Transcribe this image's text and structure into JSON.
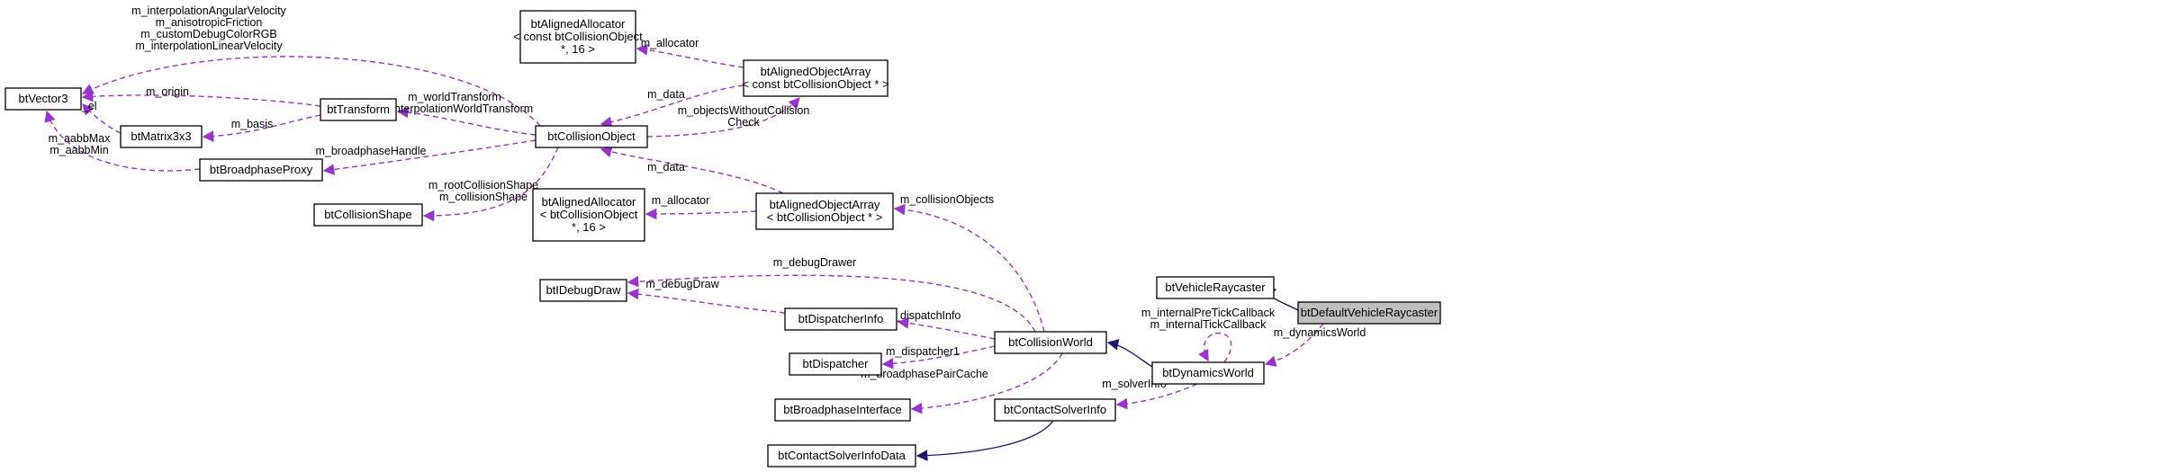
{
  "diagram": {
    "nodes": [
      {
        "id": "btVector3",
        "lines": [
          "btVector3"
        ]
      },
      {
        "id": "btMatrix3x3",
        "lines": [
          "btMatrix3x3"
        ]
      },
      {
        "id": "btTransform",
        "lines": [
          "btTransform"
        ]
      },
      {
        "id": "btBroadphaseProxy",
        "lines": [
          "btBroadphaseProxy"
        ]
      },
      {
        "id": "btCollisionShape",
        "lines": [
          "btCollisionShape"
        ]
      },
      {
        "id": "btAlignedAllocator_const",
        "lines": [
          "btAlignedAllocator",
          "< const btCollisionObject",
          " *, 16 >"
        ]
      },
      {
        "id": "btAlignedObjectArray_const",
        "lines": [
          "btAlignedObjectArray",
          "< const btCollisionObject * >"
        ]
      },
      {
        "id": "btCollisionObject",
        "lines": [
          "btCollisionObject"
        ]
      },
      {
        "id": "btAlignedAllocator",
        "lines": [
          "btAlignedAllocator",
          "< btCollisionObject",
          " *, 16 >"
        ]
      },
      {
        "id": "btAlignedObjectArray",
        "lines": [
          "btAlignedObjectArray",
          "< btCollisionObject * >"
        ]
      },
      {
        "id": "btIDebugDraw",
        "lines": [
          "btIDebugDraw"
        ]
      },
      {
        "id": "btDispatcherInfo",
        "lines": [
          "btDispatcherInfo"
        ]
      },
      {
        "id": "btDispatcher",
        "lines": [
          "btDispatcher"
        ]
      },
      {
        "id": "btBroadphaseInterface",
        "lines": [
          "btBroadphaseInterface"
        ]
      },
      {
        "id": "btContactSolverInfoData",
        "lines": [
          "btContactSolverInfoData"
        ]
      },
      {
        "id": "btContactSolverInfo",
        "lines": [
          "btContactSolverInfo"
        ]
      },
      {
        "id": "btCollisionWorld",
        "lines": [
          "btCollisionWorld"
        ]
      },
      {
        "id": "btDynamicsWorld",
        "lines": [
          "btDynamicsWorld"
        ]
      },
      {
        "id": "btVehicleRaycaster",
        "lines": [
          "btVehicleRaycaster"
        ]
      },
      {
        "id": "btDefaultVehicleRaycaster",
        "lines": [
          "btDefaultVehicleRaycaster"
        ],
        "highlight": true
      }
    ],
    "edges": [
      {
        "from": "btVector3",
        "to": "btCollisionObject",
        "type": "usage",
        "label": [
          "m_interpolationAngularVelocity",
          "m_anisotropicFriction",
          "m_customDebugColorRGB",
          "m_interpolationLinearVelocity"
        ]
      },
      {
        "from": "btVector3",
        "to": "btTransform",
        "type": "usage",
        "label": [
          "m_origin"
        ]
      },
      {
        "from": "btVector3",
        "to": "btMatrix3x3",
        "type": "usage",
        "label": [
          "m_el"
        ]
      },
      {
        "from": "btVector3",
        "to": "btBroadphaseProxy",
        "type": "usage",
        "label": [
          "m_aabbMax",
          "m_aabbMin"
        ]
      },
      {
        "from": "btMatrix3x3",
        "to": "btTransform",
        "type": "usage",
        "label": [
          "m_basis"
        ]
      },
      {
        "from": "btTransform",
        "to": "btCollisionObject",
        "type": "usage",
        "label": [
          "m_worldTransform",
          "m_interpolationWorldTransform"
        ]
      },
      {
        "from": "btBroadphaseProxy",
        "to": "btCollisionObject",
        "type": "usage",
        "label": [
          "m_broadphaseHandle"
        ]
      },
      {
        "from": "btCollisionShape",
        "to": "btCollisionObject",
        "type": "usage",
        "label": [
          "m_rootCollisionShape",
          "m_collisionShape"
        ]
      },
      {
        "from": "btAlignedAllocator_const",
        "to": "btAlignedObjectArray_const",
        "type": "usage",
        "label": [
          "m_allocator"
        ]
      },
      {
        "from": "btCollisionObject",
        "to": "btAlignedObjectArray_const",
        "type": "usage",
        "label": [
          "m_data"
        ]
      },
      {
        "from": "btAlignedObjectArray_const",
        "to": "btCollisionObject",
        "type": "usage",
        "label": [
          "m_objectsWithoutCollision",
          "Check"
        ]
      },
      {
        "from": "btCollisionObject",
        "to": "btAlignedObjectArray",
        "type": "usage",
        "label": [
          "m_data"
        ]
      },
      {
        "from": "btAlignedAllocator",
        "to": "btAlignedObjectArray",
        "type": "usage",
        "label": [
          "m_allocator"
        ]
      },
      {
        "from": "btAlignedObjectArray",
        "to": "btCollisionWorld",
        "type": "usage",
        "label": [
          "m_collisionObjects"
        ]
      },
      {
        "from": "btIDebugDraw",
        "to": "btCollisionWorld",
        "type": "usage",
        "label": [
          "m_debugDrawer"
        ]
      },
      {
        "from": "btIDebugDraw",
        "to": "btDispatcherInfo",
        "type": "usage",
        "label": [
          "m_debugDraw"
        ]
      },
      {
        "from": "btDispatcherInfo",
        "to": "btCollisionWorld",
        "type": "usage",
        "label": [
          "m_dispatchInfo"
        ]
      },
      {
        "from": "btDispatcher",
        "to": "btCollisionWorld",
        "type": "usage",
        "label": [
          "m_dispatcher1"
        ]
      },
      {
        "from": "btBroadphaseInterface",
        "to": "btCollisionWorld",
        "type": "usage",
        "label": [
          "m_broadphasePairCache"
        ]
      },
      {
        "from": "btContactSolverInfoData",
        "to": "btContactSolverInfo",
        "type": "inherit",
        "label": []
      },
      {
        "from": "btContactSolverInfo",
        "to": "btDynamicsWorld",
        "type": "usage",
        "label": [
          "m_solverInfo"
        ]
      },
      {
        "from": "btCollisionWorld",
        "to": "btDynamicsWorld",
        "type": "inherit",
        "label": []
      },
      {
        "from": "btDynamicsWorld",
        "to": "btDynamicsWorld",
        "type": "usage",
        "label": [
          "m_internalPreTickCallback",
          "m_internalTickCallback"
        ]
      },
      {
        "from": "btDynamicsWorld",
        "to": "btDefaultVehicleRaycaster",
        "type": "usage",
        "label": [
          "m_dynamicsWorld"
        ]
      },
      {
        "from": "btVehicleRaycaster",
        "to": "btDefaultVehicleRaycaster",
        "type": "inherit",
        "label": []
      }
    ]
  },
  "colors": {
    "usage_edge": "#9a32cd",
    "inherit_edge": "#191970",
    "highlight_fill": "#bfbfbf",
    "node_border": "#000000"
  }
}
